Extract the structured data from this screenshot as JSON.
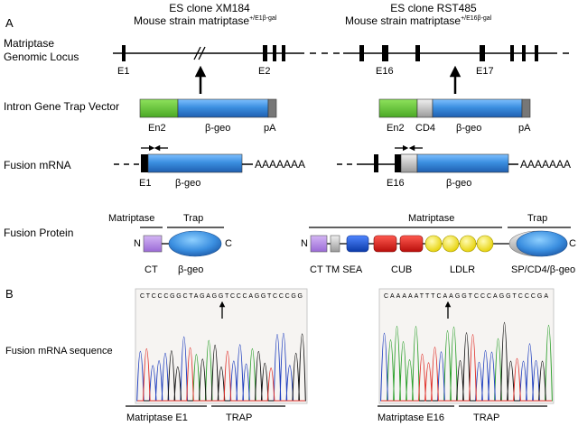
{
  "panel_a": {
    "label": "A",
    "clone_left": {
      "title": "ES clone XM184",
      "strain_prefix": "Mouse strain matriptase",
      "strain_sup": "+/E1β-gal"
    },
    "clone_right": {
      "title": "ES clone RST485",
      "strain_prefix": "Mouse strain matriptase",
      "strain_sup": "+/E16β-gal"
    },
    "rows": {
      "genomic_line1": "Matriptase",
      "genomic_line2": "Genomic Locus",
      "vector": "Intron Gene Trap Vector",
      "mrna": "Fusion mRNA",
      "protein": "Fusion Protein"
    },
    "exons": {
      "e1": "E1",
      "e2": "E2",
      "e16": "E16",
      "e17": "E17"
    },
    "vector_labels": {
      "en2": "En2",
      "cd4": "CD4",
      "bgeo": "β-geo",
      "pa": "pA"
    },
    "mrna_labels": {
      "e1": "E1",
      "e16": "E16",
      "bgeo": "β-geo",
      "polya": "AAAAAAA"
    },
    "protein_left": {
      "matriptase": "Matriptase",
      "trap": "Trap",
      "n": "N",
      "c": "C",
      "ct": "CT",
      "bgeo": "β-geo"
    },
    "protein_right": {
      "matriptase": "Matriptase",
      "trap": "Trap",
      "n": "N",
      "c": "C",
      "domains": "CT TM SEA",
      "cub": "CUB",
      "ldlr": "LDLR",
      "fusion": "SP/CD4/β-geo"
    }
  },
  "panel_b": {
    "label": "B",
    "row": "Fusion mRNA sequence",
    "left_seq": "CTCCCGGCTAGAGGTCCCAGGTCCCGG",
    "right_seq": "CAAAAATTTCAAGGTCCCAGGTCCCGA",
    "left_under": {
      "matriptase": "Matriptase E1",
      "trap": "TRAP"
    },
    "right_under": {
      "matriptase": "Matriptase E16",
      "trap": "TRAP"
    }
  },
  "colors": {
    "en2": "#66cc33",
    "bgeo": "#3b8fe0",
    "pa": "#777777",
    "cd4": "#888888",
    "ct": "#b388e6",
    "sea": "#1a55d6",
    "cub": "#e8201b",
    "ldlr": "#ffee22"
  }
}
